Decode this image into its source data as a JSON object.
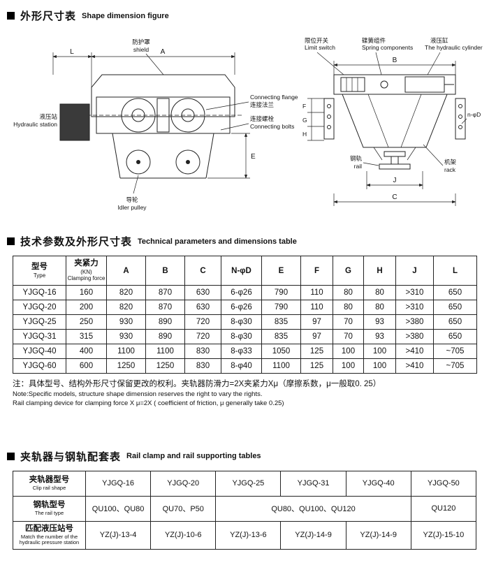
{
  "sections": {
    "s1": {
      "zh": "外形尺寸表",
      "en": "Shape dimension figure"
    },
    "s2": {
      "zh": "技术参数及外形尺寸表",
      "en": "Technical parameters and dimensions table"
    },
    "s3": {
      "zh": "夹轨器与钢轨配套表",
      "en": "Rail clamp and rail supporting tables"
    }
  },
  "figure": {
    "left": {
      "shield_zh": "防护罩",
      "shield_en": "shield",
      "dim_L": "L",
      "dim_A": "A",
      "dim_E": "E",
      "station_zh": "液压站",
      "station_en": "Hydraulic station",
      "flange_en": "Connecting flange",
      "flange_zh": "连接法兰",
      "bolts_zh": "连接螺栓",
      "bolts_en": "Connecting bolts",
      "idler_zh": "导轮",
      "idler_en": "Idler pulley"
    },
    "right": {
      "limit_zh": "限位开关",
      "limit_en": "Limit switch",
      "spring_zh": "碟簧组件",
      "spring_en": "Spring components",
      "cyl_zh": "液压缸",
      "cyl_en": "The hydraulic cylinder",
      "dim_B": "B",
      "dim_F": "F",
      "dim_G": "G",
      "dim_H": "H",
      "dim_nD": "n-φD",
      "dim_J": "J",
      "dim_C": "C",
      "rail_zh": "钢轨",
      "rail_en": "rail",
      "rack_zh": "机架",
      "rack_en": "rack"
    }
  },
  "params_table": {
    "header": {
      "type_zh": "型号",
      "type_en": "Type",
      "clamp_zh": "夹紧力",
      "clamp_unit": "(KN)",
      "clamp_en": "Clamping force",
      "cols": [
        "A",
        "B",
        "C",
        "N-φD",
        "E",
        "F",
        "G",
        "H",
        "J",
        "L"
      ]
    },
    "rows": [
      [
        "YJGQ-16",
        "160",
        "820",
        "870",
        "630",
        "6-φ26",
        "790",
        "110",
        "80",
        "80",
        ">310",
        "650"
      ],
      [
        "YJGQ-20",
        "200",
        "820",
        "870",
        "630",
        "6-φ26",
        "790",
        "110",
        "80",
        "80",
        ">310",
        "650"
      ],
      [
        "YJGQ-25",
        "250",
        "930",
        "890",
        "720",
        "8-φ30",
        "835",
        "97",
        "70",
        "93",
        ">380",
        "650"
      ],
      [
        "YJGQ-31",
        "315",
        "930",
        "890",
        "720",
        "8-φ30",
        "835",
        "97",
        "70",
        "93",
        ">380",
        "650"
      ],
      [
        "YJGQ-40",
        "400",
        "1100",
        "1100",
        "830",
        "8-φ33",
        "1050",
        "125",
        "100",
        "100",
        ">410",
        "~705"
      ],
      [
        "YJGQ-60",
        "600",
        "1250",
        "1250",
        "830",
        "8-φ40",
        "1100",
        "125",
        "100",
        "100",
        ">410",
        "~705"
      ]
    ]
  },
  "note": {
    "line1": "注：具体型号、结构外形尺寸保留更改的权利。夹轨器防滑力=2X夹紧力Xμ（摩擦系数，μ一般取0. 25）",
    "line2": "Note:Specific models, structure shape dimension reserves the right to vary the rights.",
    "line3": "Rail clamping device for clamping force X μ=2X ( coefficient of friction, μ generally take 0.25)"
  },
  "match_table": {
    "rows": [
      {
        "label_zh": "夹轨器型号",
        "label_en": "Clip rail shape",
        "cells": [
          {
            "text": "YJGQ-16",
            "span": 1
          },
          {
            "text": "YJGQ-20",
            "span": 1
          },
          {
            "text": "YJGQ-25",
            "span": 1
          },
          {
            "text": "YJGQ-31",
            "span": 1
          },
          {
            "text": "YJGQ-40",
            "span": 1
          },
          {
            "text": "YJGQ-50",
            "span": 1
          }
        ]
      },
      {
        "label_zh": "钢轨型号",
        "label_en": "The rail type",
        "cells": [
          {
            "text": "QU100、QU80",
            "span": 1
          },
          {
            "text": "QU70、P50",
            "span": 1
          },
          {
            "text": "QU80、QU100、QU120",
            "span": 3
          },
          {
            "text": "QU120",
            "span": 1
          }
        ]
      },
      {
        "label_zh": "匹配液压站号",
        "label_en": "Match the number of the hydraulic pressure station",
        "cells": [
          {
            "text": "YZ(J)-13-4",
            "span": 1
          },
          {
            "text": "YZ(J)-10-6",
            "span": 1
          },
          {
            "text": "YZ(J)-13-6",
            "span": 1
          },
          {
            "text": "YZ(J)-14-9",
            "span": 1
          },
          {
            "text": "YZ(J)-14-9",
            "span": 1
          },
          {
            "text": "YZ(J)-15-10",
            "span": 1
          }
        ]
      }
    ]
  }
}
